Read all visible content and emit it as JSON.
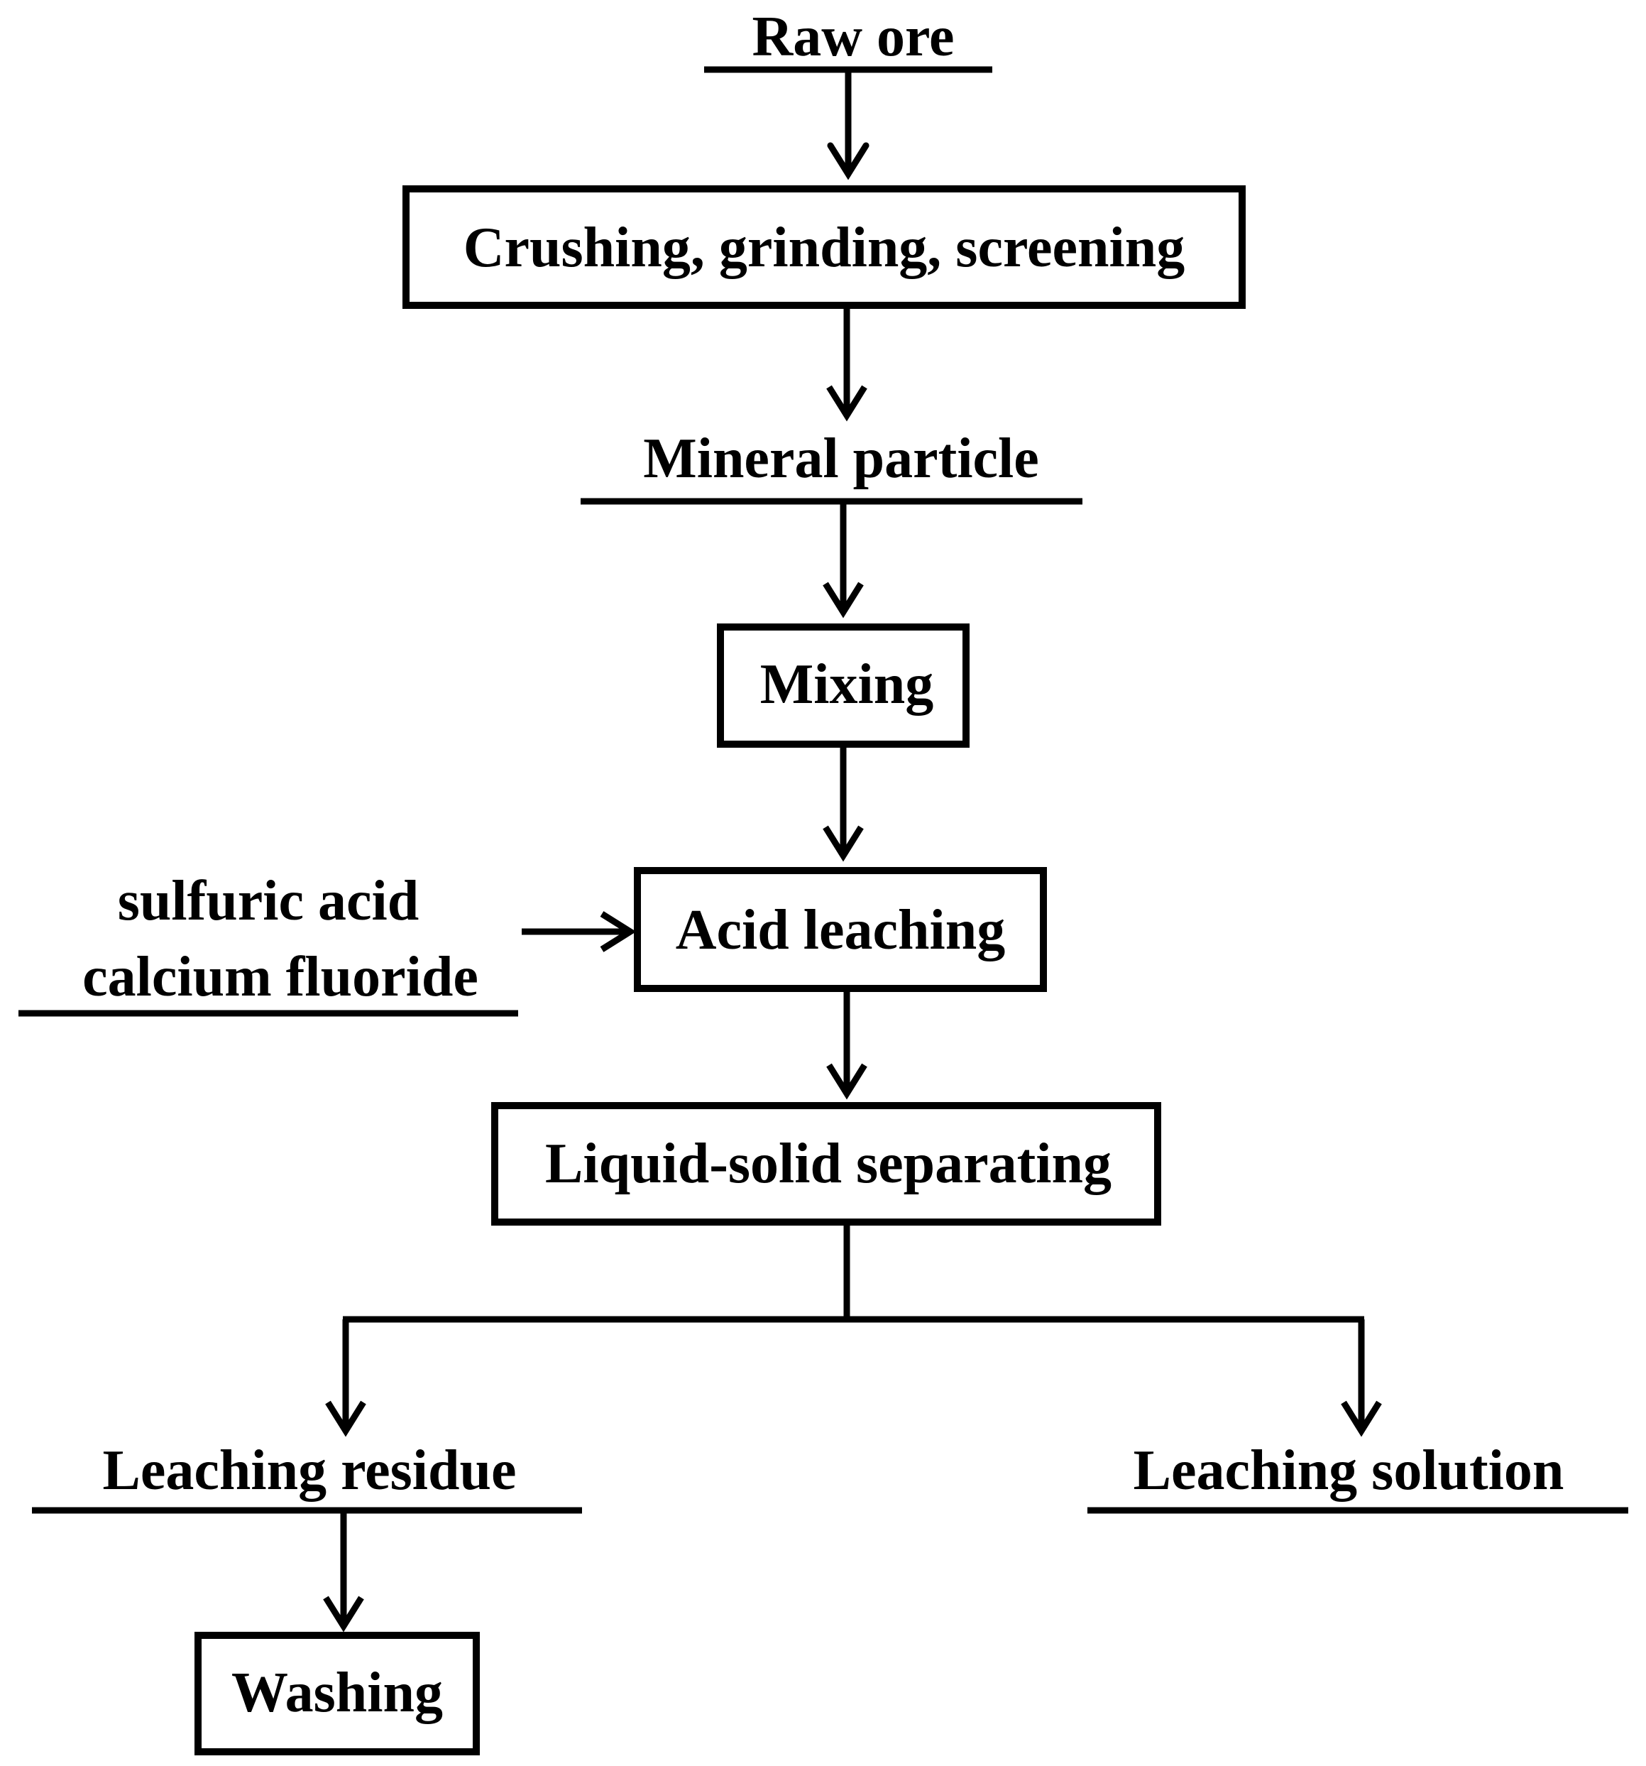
{
  "diagram": {
    "nodes": {
      "raw_ore": "Raw ore",
      "crushing": "Crushing, grinding, screening",
      "mineral_particle": "Mineral particle",
      "mixing": "Mixing",
      "reagent_line1": "sulfuric acid",
      "reagent_line2": "calcium fluoride",
      "acid_leaching": "Acid leaching",
      "separating": "Liquid-solid separating",
      "leaching_residue": "Leaching residue",
      "leaching_solution": "Leaching solution",
      "washing": "Washing"
    },
    "colors": {
      "line": "#000000",
      "background": "#ffffff"
    }
  }
}
